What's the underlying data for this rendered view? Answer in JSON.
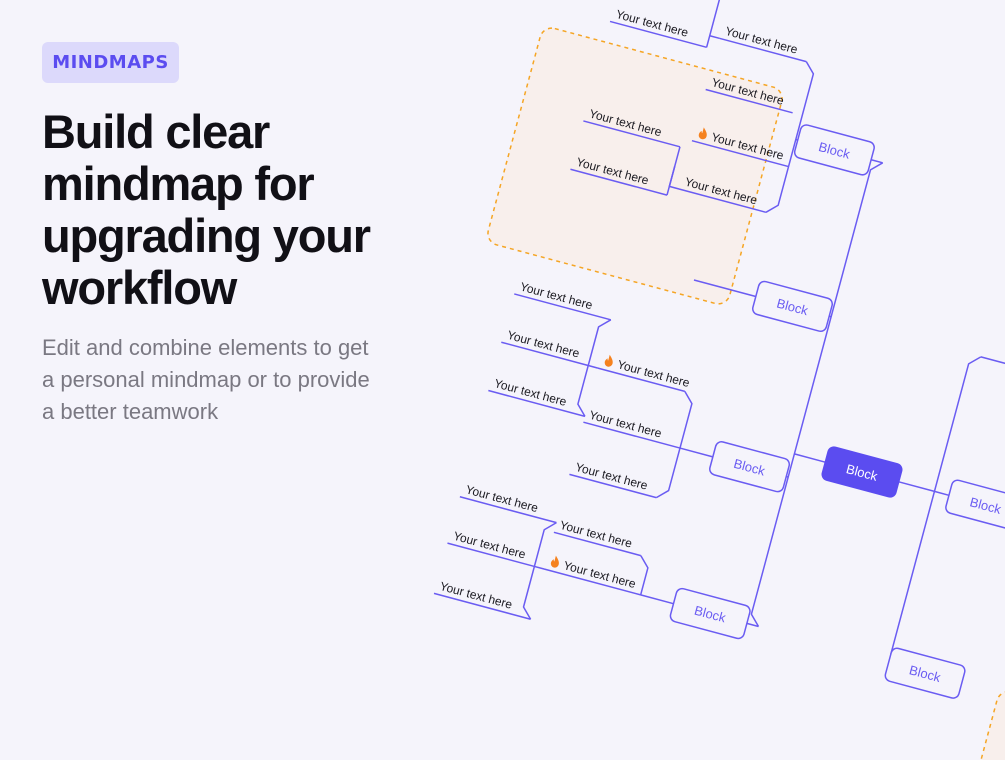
{
  "badge": "MINDMAPS",
  "headline": "Build clear mindmap for upgrading your workflow",
  "subtitle": "Edit and combine elements to get a personal mindmap or to provide a better teamwork",
  "mindmap": {
    "central_block": "Block",
    "block_label": "Block",
    "node_text": "Your text here",
    "flag_icon": "fire-icon",
    "colors": {
      "line": "#6a5cf2",
      "central_fill": "#5b4cf0",
      "highlight_border": "#f5a524",
      "highlight_fill": "#f8efec"
    }
  }
}
